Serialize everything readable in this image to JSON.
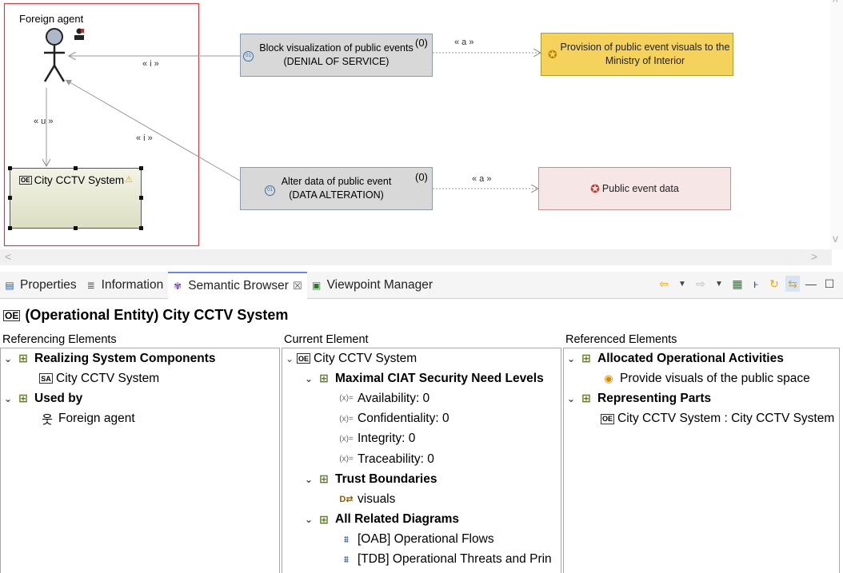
{
  "diagram": {
    "actor": {
      "name": "Foreign agent"
    },
    "entity": {
      "name": "City CCTV System"
    },
    "threats": [
      {
        "name": "Block visualization of public events",
        "kind": "(DENIAL OF SERVICE)",
        "count": "(0)"
      },
      {
        "name": "Alter data of public event",
        "kind": "(DATA ALTERATION)",
        "count": "(0)"
      }
    ],
    "activity": {
      "name": "Provision of public event visuals to the Ministry of Interior"
    },
    "data_item": {
      "name": "Public event data"
    },
    "edge_labels": {
      "i1": "« i »",
      "i2": "« i »",
      "u": "« u »",
      "a1": "« a »",
      "a2": "« a »"
    }
  },
  "tabs": [
    {
      "label": "Properties",
      "icon": "properties-icon"
    },
    {
      "label": "Information",
      "icon": "information-icon"
    },
    {
      "label": "Semantic Browser",
      "icon": "semantic-browser-icon",
      "close": "☒"
    },
    {
      "label": "Viewpoint Manager",
      "icon": "viewpoint-icon"
    }
  ],
  "title": "(Operational Entity) City CCTV System",
  "columns": {
    "referencing": {
      "header": "Referencing Elements",
      "groups": [
        {
          "label": "Realizing System Components",
          "items": [
            "City CCTV System"
          ]
        },
        {
          "label": "Used by",
          "items": [
            "Foreign agent"
          ]
        }
      ]
    },
    "current": {
      "header": "Current Element",
      "root": "City CCTV System",
      "groups": [
        {
          "label": "Maximal CIAT Security Need Levels",
          "items": [
            "Availability: 0",
            "Confidentiality: 0",
            "Integrity: 0",
            "Traceability: 0"
          ]
        },
        {
          "label": "Trust Boundaries",
          "items": [
            "visuals"
          ]
        },
        {
          "label": "All Related Diagrams",
          "items": [
            "[OAB] Operational Flows",
            "[TDB] Operational Threats and Prin"
          ]
        }
      ]
    },
    "referenced": {
      "header": "Referenced Elements",
      "groups": [
        {
          "label": "Allocated Operational Activities",
          "items": [
            "Provide visuals of the public space"
          ]
        },
        {
          "label": "Representing Parts",
          "items": [
            "City CCTV System : City CCTV System"
          ]
        }
      ]
    }
  },
  "colors": {
    "selection": "#e0393e",
    "activity": "#f4d25c",
    "data": "#f6e6e6",
    "threat": "#d8d8d8"
  }
}
